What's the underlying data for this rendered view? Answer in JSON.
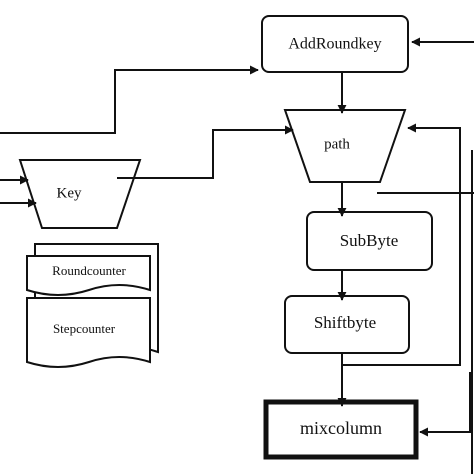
{
  "colors": {
    "stroke": "#111111",
    "background": "#ffffff"
  },
  "diagram": {
    "blocks": {
      "addroundkey": "AddRoundkey",
      "path": "path",
      "key": "Key",
      "subbyte": "SubByte",
      "shiftbyte": "Shiftbyte",
      "mixcolumn": "mixcolumn"
    },
    "memory": {
      "roundcounter": "Roundcounter",
      "stepcounter": "Stepcounter"
    }
  }
}
